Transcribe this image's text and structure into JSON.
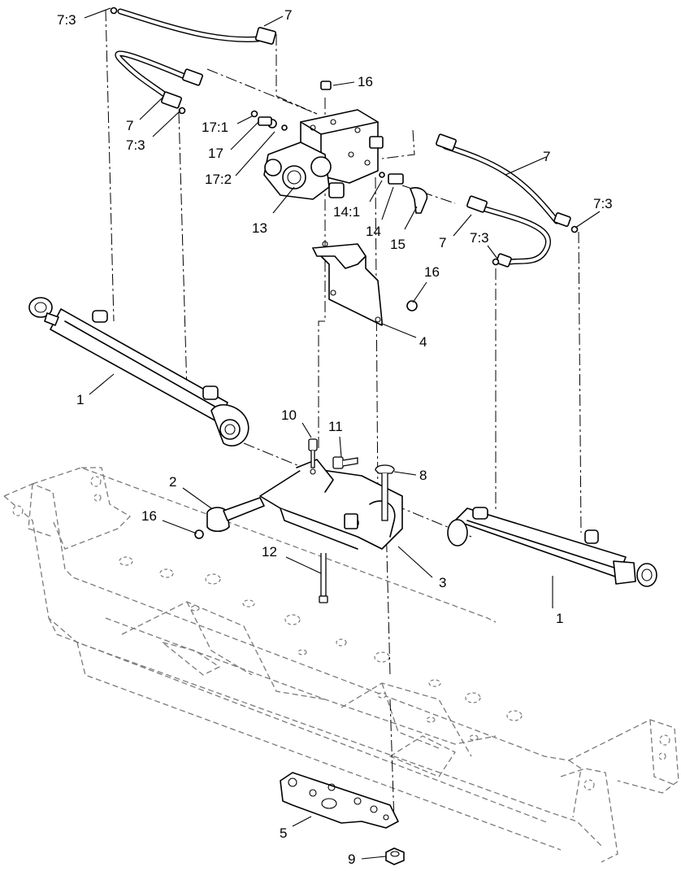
{
  "callouts": [
    {
      "id": "c1",
      "text": "7:3"
    },
    {
      "id": "c2",
      "text": "7"
    },
    {
      "id": "c3",
      "text": "16"
    },
    {
      "id": "c4",
      "text": "7"
    },
    {
      "id": "c5",
      "text": "7:3"
    },
    {
      "id": "c6",
      "text": "17:1"
    },
    {
      "id": "c7",
      "text": "17"
    },
    {
      "id": "c8",
      "text": "17:2"
    },
    {
      "id": "c9",
      "text": "7"
    },
    {
      "id": "c10",
      "text": "7:3"
    },
    {
      "id": "c11",
      "text": "13"
    },
    {
      "id": "c12",
      "text": "14:1"
    },
    {
      "id": "c13",
      "text": "14"
    },
    {
      "id": "c14",
      "text": "15"
    },
    {
      "id": "c15",
      "text": "7"
    },
    {
      "id": "c16",
      "text": "7:3"
    },
    {
      "id": "c17",
      "text": "16"
    },
    {
      "id": "c18",
      "text": "4"
    },
    {
      "id": "c19",
      "text": "1"
    },
    {
      "id": "c20",
      "text": "10"
    },
    {
      "id": "c21",
      "text": "11"
    },
    {
      "id": "c22",
      "text": "8"
    },
    {
      "id": "c23",
      "text": "2"
    },
    {
      "id": "c24",
      "text": "16"
    },
    {
      "id": "c25",
      "text": "12"
    },
    {
      "id": "c26",
      "text": "3"
    },
    {
      "id": "c27",
      "text": "1"
    },
    {
      "id": "c28",
      "text": "5"
    },
    {
      "id": "c29",
      "text": "9"
    }
  ]
}
